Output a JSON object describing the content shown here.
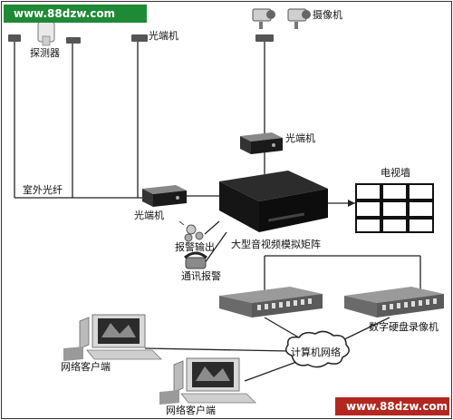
{
  "watermarks": {
    "top": "www.88dzw.com",
    "bottom": "www.88dzw.com"
  },
  "labels": {
    "detector": "探测器",
    "fiber_transceiver_top": "光端机",
    "camera": "摄像机",
    "fiber_transceiver_mid": "光端机",
    "outdoor_fiber": "室外光纤",
    "fiber_transceiver_left": "光端机",
    "tv_wall": "电视墙",
    "alarm_output": "报警输出",
    "matrix": "大型音视频模拟矩阵",
    "phone_alarm": "通讯报警",
    "dvr": "数字硬盘录像机",
    "network": "计算机网络",
    "client_1": "网络客户端",
    "client_2": "网络客户端"
  },
  "colors": {
    "watermark_top_bg": "#1f8a36",
    "watermark_bottom_bg": "#b3271f",
    "line": "#222222"
  }
}
